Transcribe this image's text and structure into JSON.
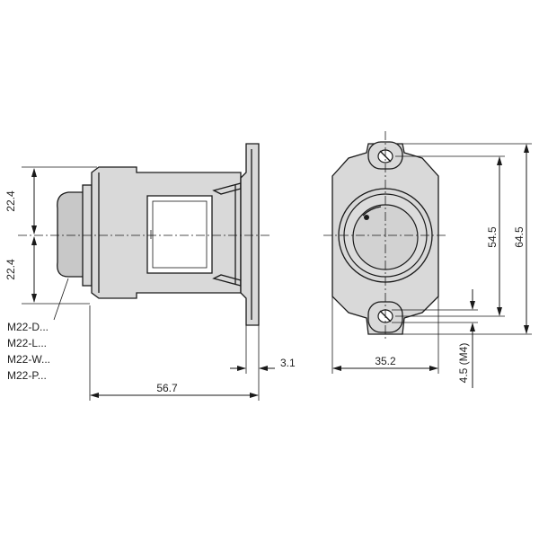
{
  "colors": {
    "line": "#1a1a1a",
    "part_fill": "#d9d9d9",
    "background": "#ffffff"
  },
  "dimensions": {
    "upper_height": "22.4",
    "lower_height": "22.4",
    "overall_depth": "56.7",
    "flange_thickness": "3.1",
    "front_width": "35.2",
    "hole_spacing": "54.5",
    "overall_height": "64.5",
    "mounting_hole": "4.5 (M4)"
  },
  "variants": [
    "M22-D...",
    "M22-L...",
    "M22-W...",
    "M22-P..."
  ]
}
